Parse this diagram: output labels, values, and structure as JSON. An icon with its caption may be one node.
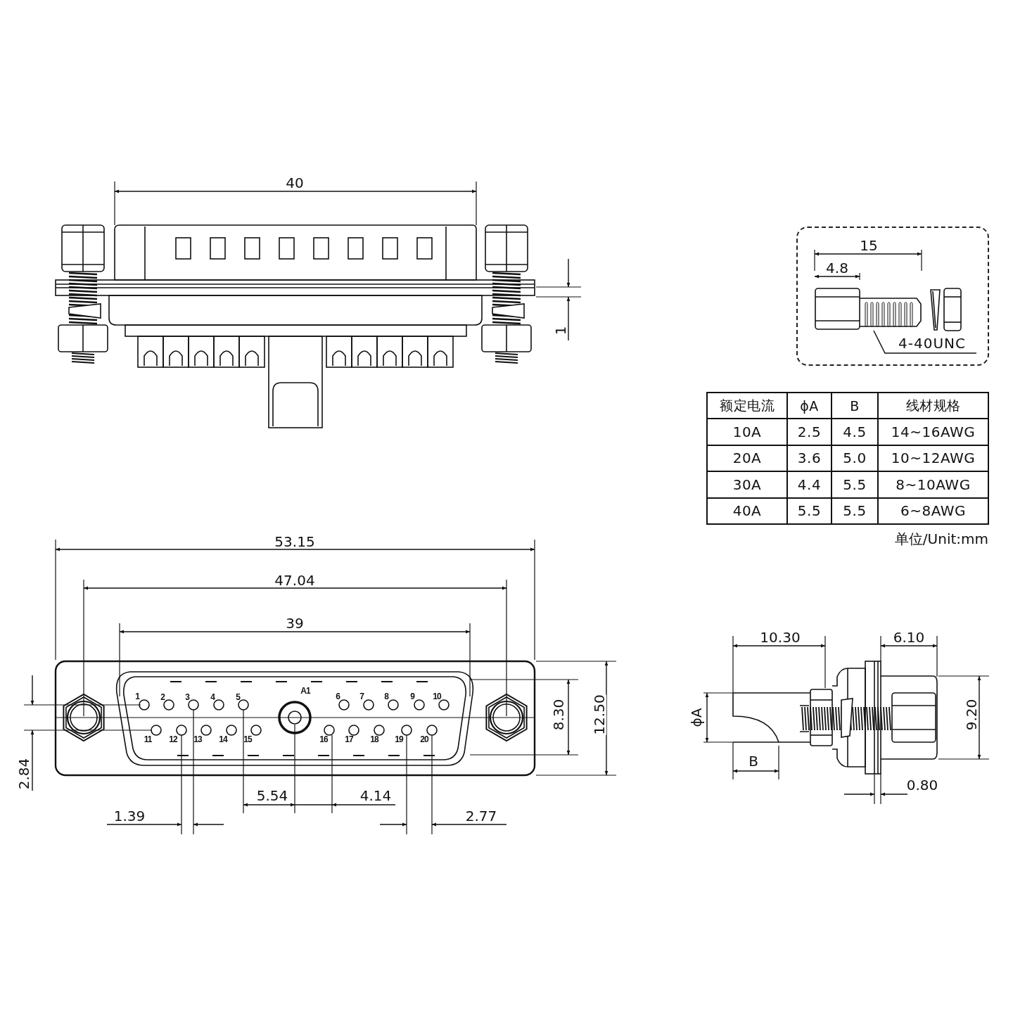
{
  "diagram": {
    "nodes": [
      {
        "text": [],
        "shape": "box"
      },
      {
        "text": [
          "4-40UNC"
        ],
        "in": 0
      },
      {
        "text": [],
        "shape": "picture",
        "in": 0
      }
    ],
    "edges": [
      {
        "from": 1,
        "to": 2,
        "arrow": "none"
      }
    ],
    "labels": [
      "40",
      "1",
      "15",
      "4.8",
      "额定电流",
      "ϕA",
      "B",
      "线材规格",
      "10A",
      "2.5",
      "4.5",
      "14~16AWG",
      "20A",
      "3.6",
      "5.0",
      "10~12AWG",
      "30A",
      "4.4",
      "5.5",
      "8~10AWG",
      "40A",
      "5.5",
      "5.5",
      "6~8AWG",
      "单位/Unit:mm",
      "53.15",
      "47.04",
      "39",
      "10.30",
      "6.10",
      "1",
      "2",
      "3",
      "4",
      "5",
      "A1",
      "6",
      "7",
      "8",
      "9",
      "10",
      "8.30",
      "12.50",
      "ϕA",
      "9.20",
      "11",
      "12",
      "13",
      "14",
      "15",
      "16",
      "17",
      "18",
      "19",
      "20",
      "2.84",
      "B",
      "5.54",
      "4.14",
      "0.80",
      "1.39",
      "2.77"
    ]
  }
}
